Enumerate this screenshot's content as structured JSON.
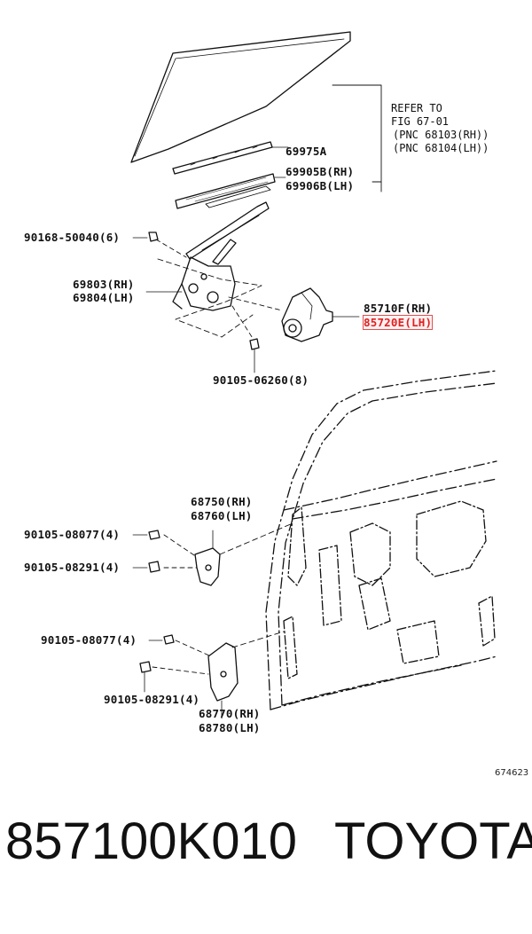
{
  "refer": [
    "REFER TO",
    "FIG 67-01",
    "(PNC 68103(RH))",
    "(PNC 68104(LH))"
  ],
  "labels": {
    "l69975a": "69975A",
    "l69905b": "69905B(RH)",
    "l69906b": "69906B(LH)",
    "l90168": "90168-50040(6)",
    "l69803": "69803(RH)",
    "l69804": "69804(LH)",
    "l85710f": "85710F(RH)",
    "l85720e": "85720E(LH)",
    "l90105_06260": "90105-06260(8)",
    "l68750": "68750(RH)",
    "l68760": "68760(LH)",
    "l90105_08077a": "90105-08077(4)",
    "l90105_08291a": "90105-08291(4)",
    "l90105_08077b": "90105-08077(4)",
    "l90105_08291b": "90105-08291(4)",
    "l68770": "68770(RH)",
    "l68780": "68780(LH)"
  },
  "figure_code": "674623",
  "footer": {
    "part_number": "857100K010",
    "brand": "TOYOTA"
  },
  "colors": {
    "highlight": "#e02020",
    "line": "#111111"
  }
}
